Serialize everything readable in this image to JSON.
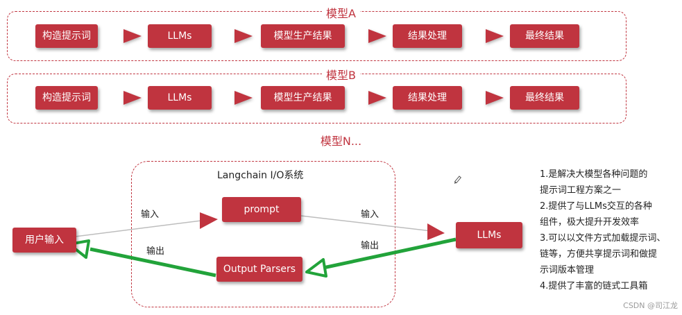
{
  "groups": [
    {
      "title": "模型A",
      "nodes": [
        "构造提示词",
        "LLMs",
        "模型生产结果",
        "结果处理",
        "最终结果"
      ]
    },
    {
      "title": "模型B",
      "nodes": [
        "构造提示词",
        "LLMs",
        "模型生产结果",
        "结果处理",
        "最终结果"
      ]
    }
  ],
  "more_label": "模型N...",
  "io_system": {
    "title": "Langchain I/O系统",
    "prompt": "prompt",
    "output_parsers": "Output Parsers"
  },
  "user_input": "用户输入",
  "llms": "LLMs",
  "edge_labels": {
    "input_left": "输入",
    "output_left": "输出",
    "input_right": "输入",
    "output_right": "输出"
  },
  "notes": [
    "1.是解决大模型各种问题的",
    "提示词工程方案之一",
    "2.提供了与LLMs交互的各种",
    "组件，极大提升开发效率",
    "3.可以以文件方式加载提示词、",
    "链等，方便共享提示词和做提",
    "示词版本管理",
    "4.提供了丰富的链式工具箱"
  ],
  "watermark": "CSDN @司江龙",
  "colors": {
    "accent": "#c0343f",
    "green_arrow": "#22a33a",
    "gray_line": "#bdbdbd"
  }
}
